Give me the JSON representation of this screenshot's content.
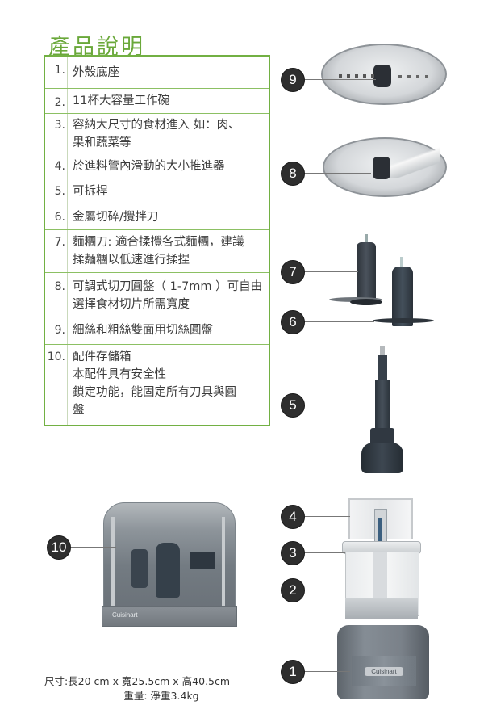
{
  "page": {
    "title": "產品說明",
    "accent_color": "#6aa83a",
    "border_color": "#72b043"
  },
  "parts_list": {
    "items": [
      {
        "number": "1.",
        "lines": [
          "外殼底座"
        ]
      },
      {
        "number": "2.",
        "lines": [
          "11杯大容量工作碗"
        ]
      },
      {
        "number": "3.",
        "lines": [
          "容納大尺寸的食材進入 如：肉、",
          "果和蔬菜等"
        ]
      },
      {
        "number": "4.",
        "lines": [
          "於進料管內滑動的大小推進器"
        ]
      },
      {
        "number": "5.",
        "lines": [
          "可拆桿"
        ]
      },
      {
        "number": "6.",
        "lines": [
          "金屬切碎/攪拌刀"
        ]
      },
      {
        "number": "7.",
        "lines": [
          "麵糰刀: 適合揉攪各式麵糰，建議",
          "揉麵糰以低速進行揉捏"
        ]
      },
      {
        "number": "8.",
        "lines": [
          "可調式切刀圓盤（ 1-7mm ）可自由",
          "選擇食材切片所需寬度"
        ]
      },
      {
        "number": "9.",
        "lines": [
          "細絲和粗絲雙面用切絲圓盤"
        ]
      },
      {
        "number": "10.",
        "lines": [
          "配件存儲箱",
          "本配件具有安全性",
          "鎖定功能，能固定所有刀具與圓",
          "盤"
        ]
      }
    ]
  },
  "callouts": [
    {
      "label": "9",
      "part": "shredding-disc"
    },
    {
      "label": "8",
      "part": "slicing-disc"
    },
    {
      "label": "7",
      "part": "dough-blade"
    },
    {
      "label": "6",
      "part": "chopping-blade"
    },
    {
      "label": "5",
      "part": "detachable-stem"
    },
    {
      "label": "4",
      "part": "pusher"
    },
    {
      "label": "3",
      "part": "feed-tube-cover"
    },
    {
      "label": "2",
      "part": "work-bowl"
    },
    {
      "label": "1",
      "part": "motor-base"
    },
    {
      "label": "10",
      "part": "storage-case"
    }
  ],
  "branding": {
    "case_logo": "Cuisinart",
    "base_logo": "Cuisinart"
  },
  "specs": {
    "dimensions": "尺寸:長20 cm x 寬25.5cm x 高40.5cm",
    "weight": "重量: 淨重3.4kg"
  }
}
